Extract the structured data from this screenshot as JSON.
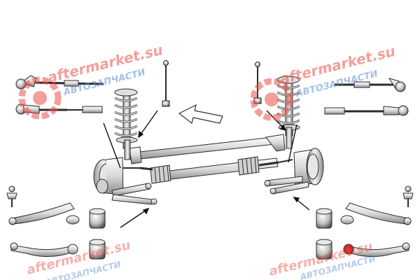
{
  "watermark": {
    "domain": "aftermarket.su",
    "subtitle": "АВТОЗАПЧАСТИ",
    "color_primary": "#e8524a",
    "color_secondary": "#5b8bd6",
    "opacity_note": "semi-transparent repeated watermark"
  },
  "diagram": {
    "subject": "front-suspension-and-steering-parts-kit",
    "direction_indicator": "arrow-pointing-forward",
    "colors": {
      "line": "#2b2b2b",
      "part_fill": "#f2f2f2",
      "part_shadow": "#bdbdbd",
      "red_accent": "#d9262d"
    }
  }
}
